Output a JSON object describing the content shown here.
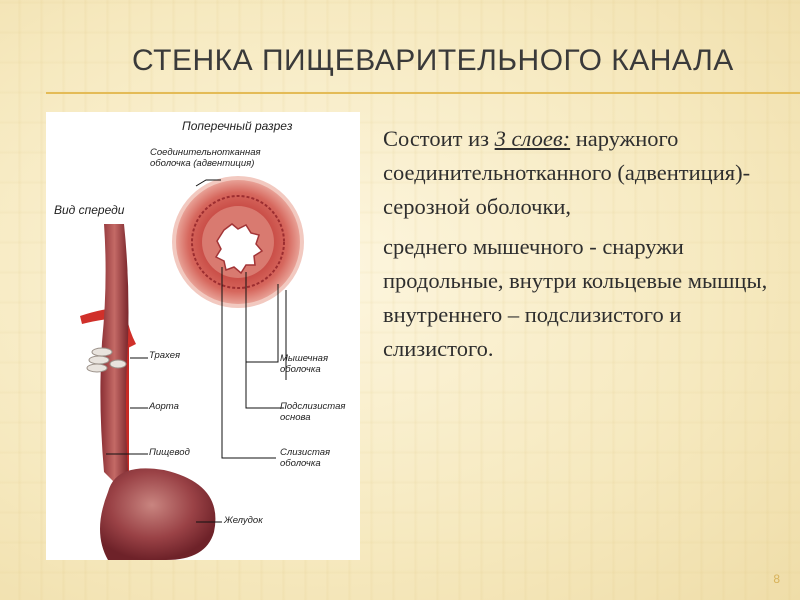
{
  "slide": {
    "title": "СТЕНКА ПИЩЕВАРИТЕЛЬНОГО КАНАЛА",
    "page_number": "8"
  },
  "figure": {
    "cross_section_label": "Поперечный разрез",
    "front_view_label": "Вид спереди",
    "adventitia_label_1": "Соединительнотканная",
    "adventitia_label_2": "оболочка (адвентиция)",
    "trachea_label": "Трахея",
    "aorta_label": "Аорта",
    "esophagus_label": "Пищевод",
    "stomach_label": "Желудок",
    "muscular_label_1": "Мышечная",
    "muscular_label_2": "оболочка",
    "submucosa_label_1": "Подслизистая",
    "submucosa_label_2": "основа",
    "mucosa_label_1": "Слизистая",
    "mucosa_label_2": "оболочка"
  },
  "body": {
    "p1_prefix": "Состоит из ",
    "p1_highlight": "3 слоев:",
    "p1_rest": " наружного соединительнотканного (адвентиция)- серозной оболочки,",
    "p2": "среднего мышечного - снаружи продольные, внутри кольцевые мышцы, внутреннего – подслизистого и слизистого."
  }
}
